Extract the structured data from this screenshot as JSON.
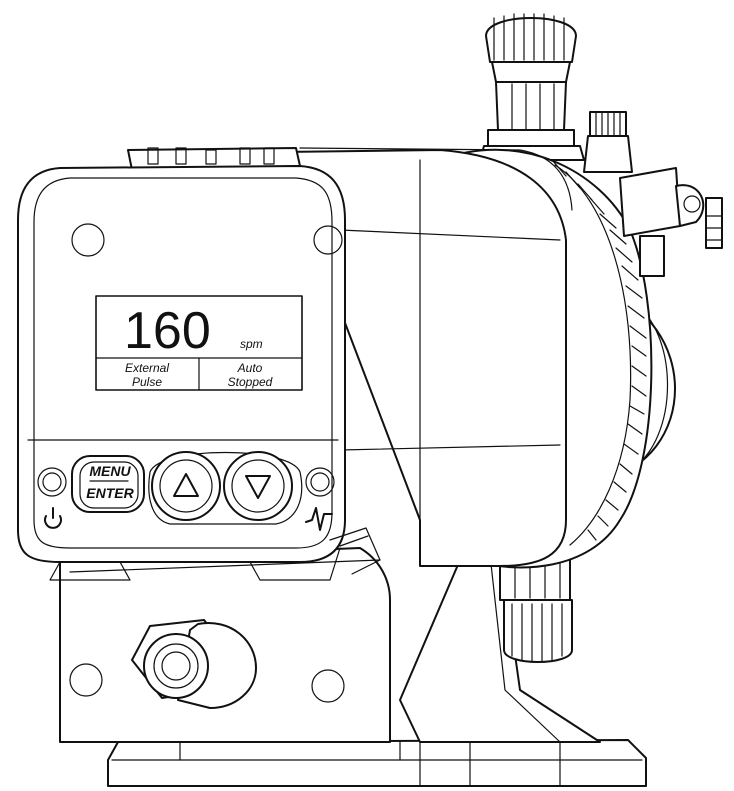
{
  "display": {
    "rate_value": "160",
    "rate_unit": "spm",
    "status_left": {
      "line1": "External",
      "line2": "Pulse"
    },
    "status_right": {
      "line1": "Auto",
      "line2": "Stopped"
    }
  },
  "keypad": {
    "menu_label": "MENU",
    "enter_label": "ENTER"
  },
  "icons": {
    "power": "power-icon",
    "pulse": "pulse-signal-icon",
    "up": "arrow-up-icon",
    "down": "arrow-down-icon"
  },
  "colors": {
    "line": "#111111",
    "fill": "#ffffff"
  }
}
